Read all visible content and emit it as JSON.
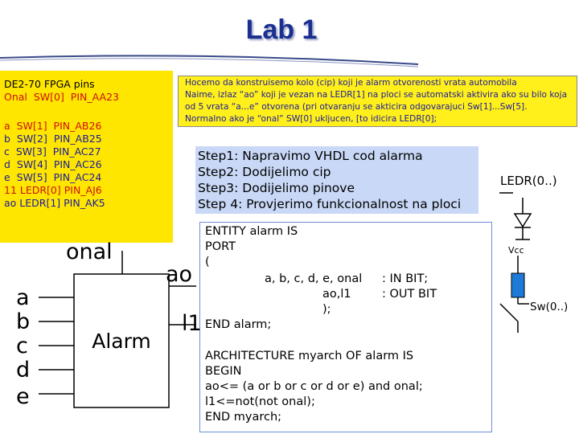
{
  "title": "Lab 1",
  "pins": {
    "header": "DE2-70 FPGA pins",
    "onal": "Onal  SW[0]  PIN_AA23",
    "list": [
      "a  SW[1]  PIN_AB26",
      "b  SW[2]  PIN_AB25",
      "c  SW[3]  PIN_AC27",
      "d  SW[4]  PIN_AC26",
      "e  SW[5]  PIN_AC24",
      "11 LEDR[0] PIN_AJ6",
      "ao LEDR[1] PIN_AK5"
    ]
  },
  "description": [
    "Hocemo da konstruisemo kolo (cip) koji je alarm otvorenosti vrata automobila",
    "Naime, izlaz “ao” koji je vezan na LEDR[1] na ploci se automatski aktivira ako su bilo koja",
    "od 5 vrata “a...e” otvorena (pri otvaranju se akticira odgovarajuci Sw[1]...Sw[5].",
    "Normalno ako je “onal” SW[0] ukljucen, [to idicira LEDR[0];"
  ],
  "steps": [
    "Step1: Napravimo VHDL cod alarma",
    "Step2: Dodijelimo cip",
    "Step3: Dodijelimo pinove",
    "Step 4: Provjerimo funkcionalnost na ploci"
  ],
  "circuit": {
    "ledr_label": "LEDR(0..)",
    "vcc_label": "Vcc",
    "sw_label": "Sw(0..)"
  },
  "block": {
    "name": "Alarm",
    "enable": "onal",
    "inputs": [
      "a",
      "b",
      "c",
      "d",
      "e"
    ],
    "outputs": [
      "ao",
      "l1"
    ]
  },
  "code": {
    "entity": "ENTITY alarm IS",
    "port": "PORT",
    "open_paren": "(",
    "in_ports": "a, b, c, d, e, onal",
    "in_type": ": IN BIT;",
    "out_ports": "ao,l1",
    "out_type": ": OUT BIT",
    "close_paren": ");",
    "end_entity": "END alarm;",
    "architecture": "ARCHITECTURE myarch OF alarm IS",
    "begin": "BEGIN",
    "stmt1": "ao<= (a or b or c or d or e) and onal;",
    "stmt2": "l1<=not(not onal);",
    "end_arch": "END myarch;"
  }
}
